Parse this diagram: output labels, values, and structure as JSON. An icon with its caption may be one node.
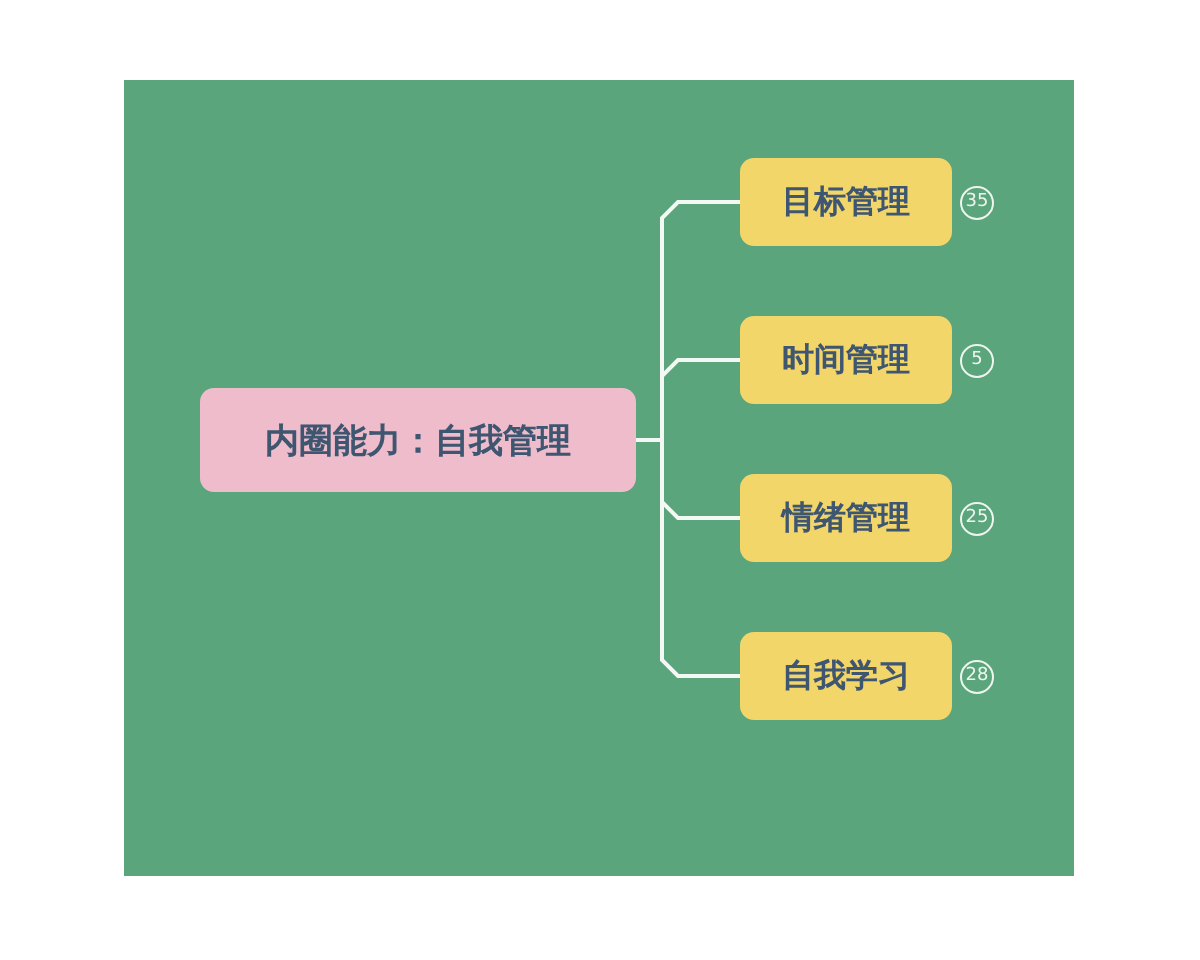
{
  "diagram": {
    "nodes": [
      {
        "text": [
          "内圈能力：自我管理"
        ]
      },
      {
        "text": [
          "目标管理"
        ],
        "beside": [
          "35"
        ]
      },
      {
        "text": [
          "时间管理"
        ],
        "beside": [
          "5"
        ]
      },
      {
        "text": [
          "情绪管理"
        ],
        "beside": [
          "25"
        ]
      },
      {
        "text": [
          "自我学习"
        ],
        "beside": [
          "28"
        ]
      }
    ],
    "edges": [
      {
        "from": 0,
        "to": 1,
        "arrow": "none"
      },
      {
        "from": 0,
        "to": 2,
        "arrow": "none"
      },
      {
        "from": 0,
        "to": 3,
        "arrow": "none"
      },
      {
        "from": 0,
        "to": 4,
        "arrow": "none"
      }
    ]
  }
}
